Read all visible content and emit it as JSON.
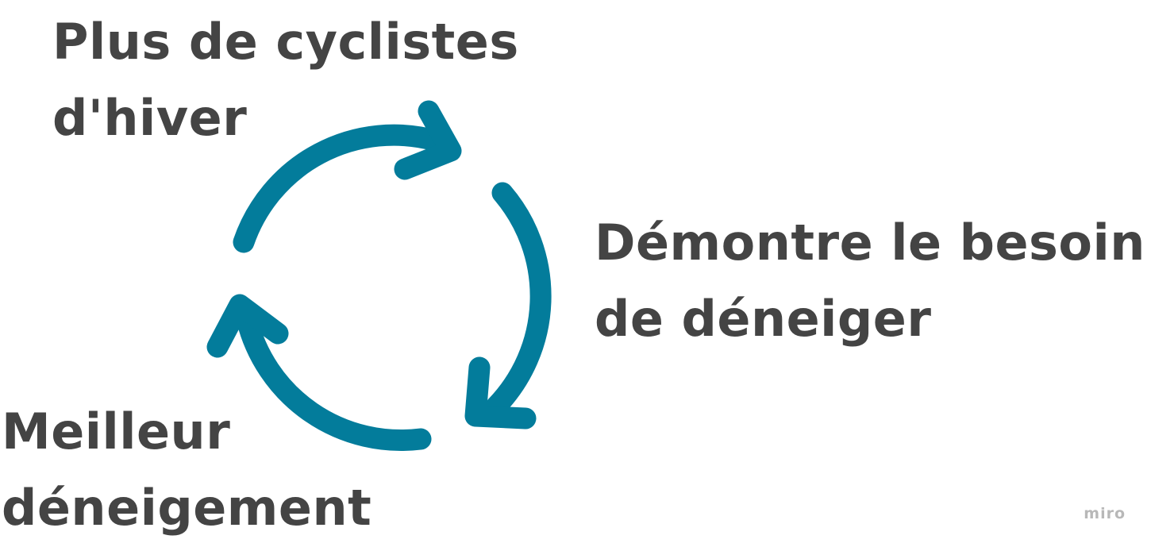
{
  "diagram": {
    "accent_color": "#037c9b",
    "text_color": "#444444",
    "nodes": [
      {
        "id": "top",
        "lines": [
          "Plus de cyclistes",
          "d'hiver"
        ]
      },
      {
        "id": "right",
        "lines": [
          "Démontre le besoin",
          "de déneiger"
        ]
      },
      {
        "id": "bottom",
        "lines": [
          "Meilleur",
          "déneigement"
        ]
      }
    ],
    "arrows": [
      {
        "from": "bottom",
        "to": "top",
        "icon": "arc-arrow-icon"
      },
      {
        "from": "top",
        "to": "right",
        "icon": "arc-arrow-icon"
      },
      {
        "from": "right",
        "to": "bottom",
        "icon": "arc-arrow-icon"
      }
    ]
  },
  "watermark": {
    "text": "miro"
  }
}
